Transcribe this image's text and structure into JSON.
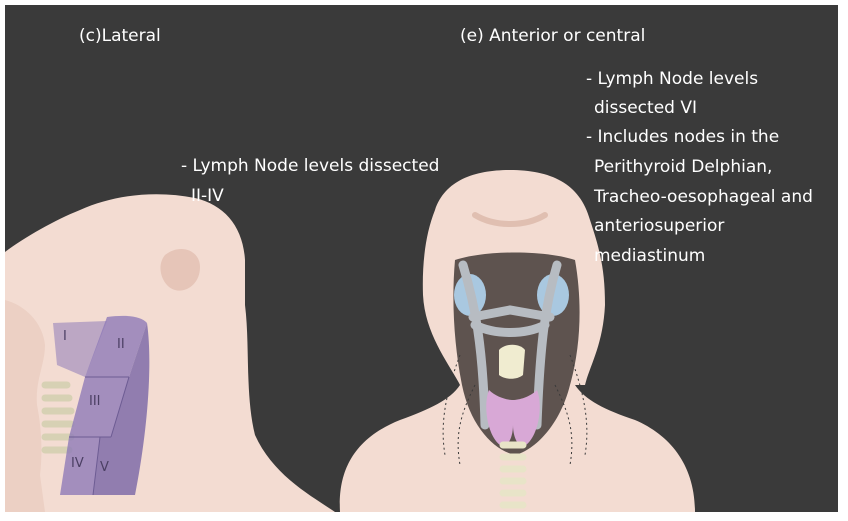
{
  "panels": {
    "lateral": {
      "title": "(c)Lateral",
      "notes": [
        "- Lymph Node levels dissected",
        "II-IV"
      ],
      "levels": [
        "I",
        "II",
        "III",
        "IV",
        "V"
      ]
    },
    "anterior": {
      "title": "(e)  Anterior or central",
      "notes": [
        "- Lymph Node levels",
        "dissected VI",
        "- Includes nodes in the",
        "Perithyroid Delphian,",
        "Tracheo-oesophageal and",
        "anteriosuperior",
        "mediastinum"
      ]
    }
  },
  "colors": {
    "background": "#3a3a3a",
    "skin": "#f3dcd2",
    "skin_shadow": "#e6c5b8",
    "level_zone": "#8e7bb8",
    "thyroid": "#d8a8d6",
    "vessels": "#b7bcc2",
    "glands": "#a9c8e0",
    "cavity": "#5e534f"
  }
}
